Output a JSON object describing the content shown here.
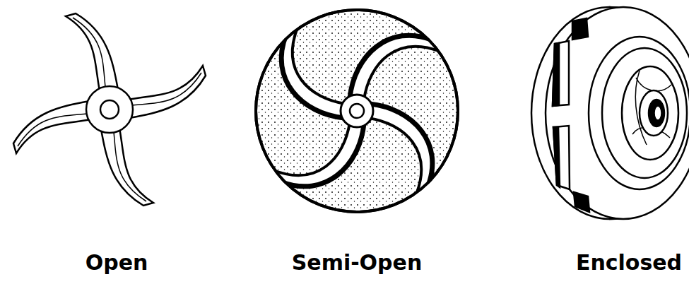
{
  "diagram": {
    "labels": [
      "Open",
      "Semi-Open",
      "Enclosed"
    ]
  }
}
